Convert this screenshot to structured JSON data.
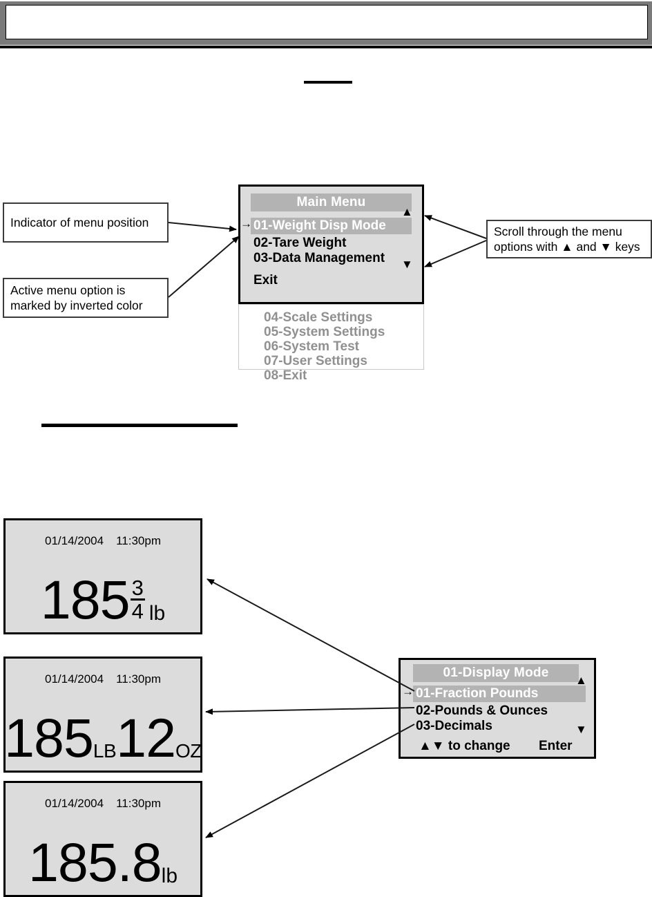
{
  "document": {
    "header_banner_text": "",
    "section_rules": 2
  },
  "callouts": [
    {
      "id": "indicator-of-menu-position",
      "lines": [
        "Indicator of menu position"
      ]
    },
    {
      "id": "active-menu-option",
      "lines": [
        "Active menu option is",
        "marked by inverted color"
      ]
    },
    {
      "id": "scroll-through-menu",
      "lines": [
        "Scroll through the menu",
        "options with ▲ and ▼ keys"
      ]
    }
  ],
  "main_menu": {
    "title": "Main Menu",
    "cursor_icon": "→",
    "scroll_up_icon": "▲",
    "scroll_down_icon": "▼",
    "items": [
      {
        "label": "01-Weight Disp Mode",
        "selected": true
      },
      {
        "label": "02-Tare Weight",
        "selected": false
      },
      {
        "label": "03-Data Management",
        "selected": false
      },
      {
        "label": "Exit",
        "selected": false
      }
    ],
    "hidden_items": [
      "04-Scale Settings",
      "05-System Settings",
      "06-System Test",
      "07-User Settings",
      "08-Exit"
    ]
  },
  "display_mode_menu": {
    "title": "01-Display Mode",
    "cursor_icon": "→",
    "scroll_up_icon": "▲",
    "scroll_down_icon": "▼",
    "items": [
      {
        "label": "01-Fraction Pounds",
        "selected": true
      },
      {
        "label": "02-Pounds & Ounces",
        "selected": false
      },
      {
        "label": "03-Decimals",
        "selected": false
      }
    ],
    "hint": "▲▼ to change",
    "enter_label": "Enter"
  },
  "weight_screens": [
    {
      "id": "fraction-pounds",
      "date": "01/14/2004",
      "time": "11:30pm",
      "whole": "185",
      "fraction_numerator": "3",
      "fraction_denominator": "4",
      "unit": "lb"
    },
    {
      "id": "pounds-and-ounces",
      "date": "01/14/2004",
      "time": "11:30pm",
      "pounds": "185",
      "pounds_unit": "LB",
      "ounces": "12",
      "ounces_unit": "OZ"
    },
    {
      "id": "decimals",
      "date": "01/14/2004",
      "time": "11:30pm",
      "value": "185.8",
      "unit": "lb"
    }
  ],
  "colors": {
    "lcd_background": "#dcdcdc",
    "lcd_highlight": "#b3b3b3",
    "lcd_highlight_text": "#ffffff",
    "disabled_text": "#909090",
    "banner_frame": "#7a7a7a",
    "outline": "#000000"
  }
}
